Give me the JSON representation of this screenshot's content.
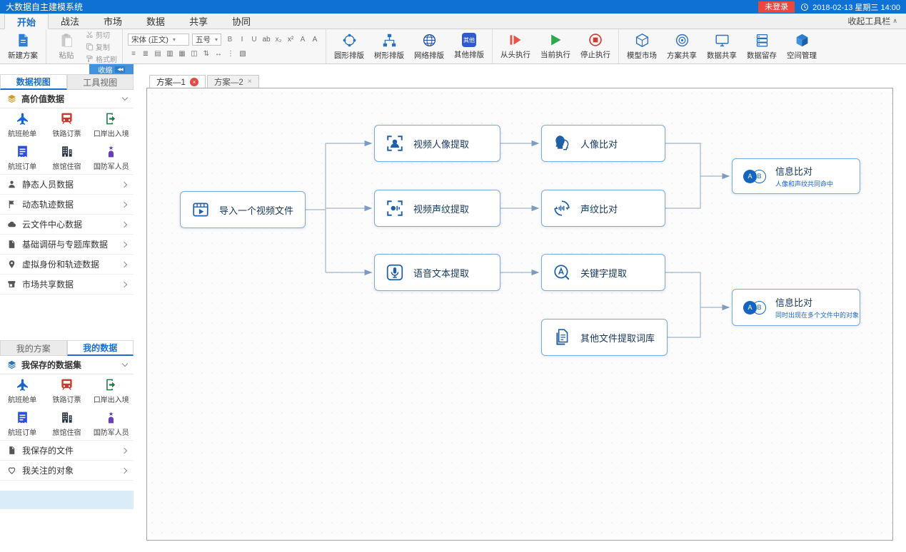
{
  "titlebar": {
    "title": "大数据自主建模系统",
    "login": "未登录",
    "datetime": "2018-02-13 星期三 14:00"
  },
  "menubar": {
    "tabs": [
      "开始",
      "战法",
      "市场",
      "数据",
      "共享",
      "协同"
    ],
    "collapse_toolbar": "收起工具栏"
  },
  "ribbon": {
    "new_plan": "新建方案",
    "paste": "粘贴",
    "cut": "剪切",
    "copy": "复制",
    "format_painter": "格式刷",
    "font_family": "宋体 (正文)",
    "font_size": "五号",
    "format_row1": [
      "B",
      "I",
      "U",
      "ab",
      "x₂",
      "x²",
      "A",
      "A"
    ],
    "format_row2": [
      "≡",
      "≣",
      "▤",
      "▥",
      "▦",
      "◫",
      "⇅",
      "↔",
      "⋮",
      "▧"
    ],
    "layout_buttons": [
      "圆形排版",
      "树形排版",
      "网络排版",
      "其他排版"
    ],
    "other_badge": "其他",
    "run_buttons": [
      "从头执行",
      "当前执行",
      "停止执行"
    ],
    "manage_buttons": [
      "模型市场",
      "方案共享",
      "数据共享",
      "数据留存",
      "空间管理"
    ]
  },
  "sidebar": {
    "collapse": "收缩",
    "view_tabs": [
      "数据视图",
      "工具视图"
    ],
    "high_value_header": "高价值数据",
    "datasets": [
      {
        "label": "航班舱单",
        "color": "#1565d8"
      },
      {
        "label": "铁路订票",
        "color": "#c93a2e"
      },
      {
        "label": "口岸出入境",
        "color": "#1c7c46"
      },
      {
        "label": "航班订单",
        "color": "#2b4fd8"
      },
      {
        "label": "旅馆住宿",
        "color": "#26323e"
      },
      {
        "label": "国防军人员",
        "color": "#6b3fb4"
      }
    ],
    "data_groups": [
      "静态人员数据",
      "动态轨迹数据",
      "云文件中心数据",
      "基础调研与专题库数据",
      "虚拟身份和轨迹数据",
      "市场共享数据"
    ],
    "lower_tabs": [
      "我的方案",
      "我的数据"
    ],
    "saved_header": "我保存的数据集",
    "saved_files": "我保存的文件",
    "followed": "我关注的对象"
  },
  "canvas": {
    "doc_tabs": [
      {
        "label": "方案—1",
        "active": true
      },
      {
        "label": "方案—2",
        "active": false
      }
    ],
    "nodes": [
      {
        "label": "导入一个视频文件"
      },
      {
        "label": "视频人像提取"
      },
      {
        "label": "视频声纹提取"
      },
      {
        "label": "语音文本提取"
      },
      {
        "label": "人像比对"
      },
      {
        "label": "声纹比对"
      },
      {
        "label": "关键字提取"
      },
      {
        "label": "其他文件提取词库"
      },
      {
        "label": "信息比对",
        "sub": "人像和声纹共同命中"
      },
      {
        "label": "信息比对",
        "sub": "同时出现在多个文件中的对象"
      }
    ],
    "venn_a": "A",
    "venn_b": "B"
  },
  "icons": {
    "close": "×",
    "caret": "▾",
    "collapse_arrows": "◀◀",
    "up_chevron": "∧"
  },
  "colors": {
    "titlebar": "#0e71d3",
    "accent": "#1a6ece",
    "login_badge": "#e8483f",
    "node_border": "#7aa9dc",
    "wire": "#9fb6cc"
  }
}
